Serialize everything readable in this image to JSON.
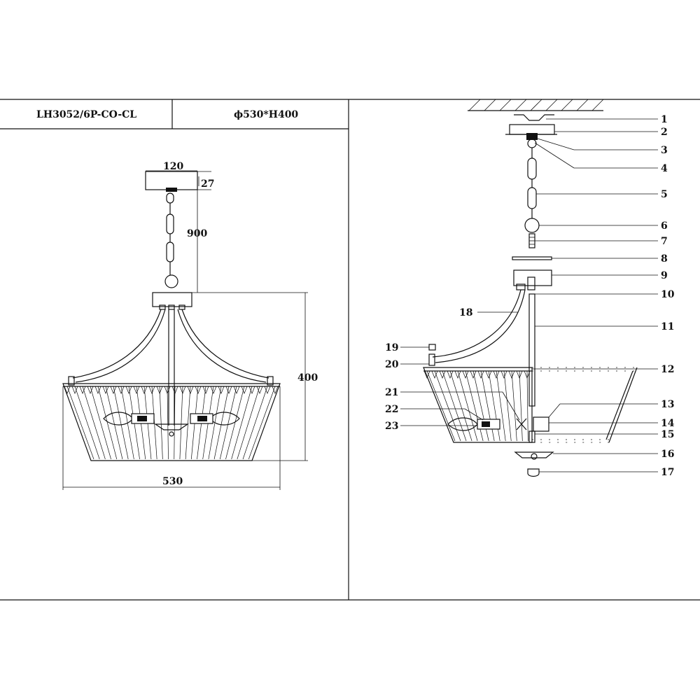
{
  "header": {
    "model": "LH3052/6P-CO-CL",
    "size": "ϕ530*H400"
  },
  "dimensions": {
    "canopy_width": "120",
    "canopy_height": "27",
    "chain_length": "900",
    "body_height": "400",
    "diameter": "530"
  },
  "parts": [
    {
      "num": "1"
    },
    {
      "num": "2"
    },
    {
      "num": "3"
    },
    {
      "num": "4"
    },
    {
      "num": "5"
    },
    {
      "num": "6"
    },
    {
      "num": "7"
    },
    {
      "num": "8"
    },
    {
      "num": "9"
    },
    {
      "num": "10"
    },
    {
      "num": "11"
    },
    {
      "num": "12"
    },
    {
      "num": "13"
    },
    {
      "num": "14"
    },
    {
      "num": "15"
    },
    {
      "num": "16"
    },
    {
      "num": "17"
    },
    {
      "num": "18"
    },
    {
      "num": "19"
    },
    {
      "num": "20"
    },
    {
      "num": "21"
    },
    {
      "num": "22"
    },
    {
      "num": "23"
    }
  ]
}
